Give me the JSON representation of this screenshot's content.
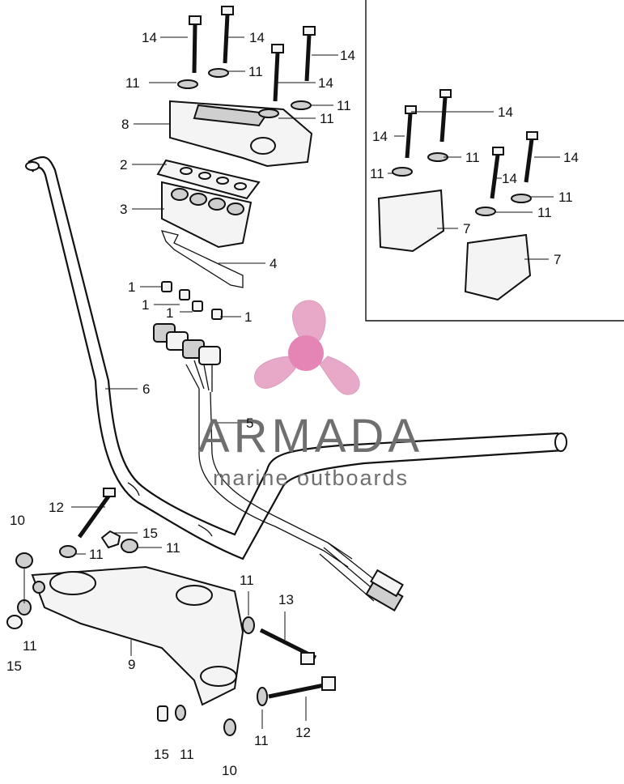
{
  "diagram": {
    "callouts": [
      {
        "id": "c14a",
        "text": "14"
      },
      {
        "id": "c14b",
        "text": "14"
      },
      {
        "id": "c14c",
        "text": "14"
      },
      {
        "id": "c14d",
        "text": "14"
      },
      {
        "id": "c11a",
        "text": "11"
      },
      {
        "id": "c11b",
        "text": "11"
      },
      {
        "id": "c11c",
        "text": "11"
      },
      {
        "id": "c11d",
        "text": "11"
      },
      {
        "id": "c8",
        "text": "8"
      },
      {
        "id": "c2",
        "text": "2"
      },
      {
        "id": "c3",
        "text": "3"
      },
      {
        "id": "c4",
        "text": "4"
      },
      {
        "id": "c1a",
        "text": "1"
      },
      {
        "id": "c1b",
        "text": "1"
      },
      {
        "id": "c1c",
        "text": "1"
      },
      {
        "id": "c1d",
        "text": "1"
      },
      {
        "id": "c6",
        "text": "6"
      },
      {
        "id": "c5",
        "text": "5"
      },
      {
        "id": "r14a",
        "text": "14"
      },
      {
        "id": "r14b",
        "text": "14"
      },
      {
        "id": "r14c",
        "text": "14"
      },
      {
        "id": "r14d",
        "text": "14"
      },
      {
        "id": "r11a",
        "text": "11"
      },
      {
        "id": "r11b",
        "text": "11"
      },
      {
        "id": "r11c",
        "text": "11"
      },
      {
        "id": "r11d",
        "text": "11"
      },
      {
        "id": "r7a",
        "text": "7"
      },
      {
        "id": "r7b",
        "text": "7"
      },
      {
        "id": "b12a",
        "text": "12"
      },
      {
        "id": "b10a",
        "text": "10"
      },
      {
        "id": "b15a",
        "text": "15"
      },
      {
        "id": "b11a",
        "text": "11"
      },
      {
        "id": "b11b",
        "text": "11"
      },
      {
        "id": "b11c",
        "text": "11"
      },
      {
        "id": "b15b",
        "text": "15"
      },
      {
        "id": "b9",
        "text": "9"
      },
      {
        "id": "b11d",
        "text": "11"
      },
      {
        "id": "b13",
        "text": "13"
      },
      {
        "id": "b12b",
        "text": "12"
      },
      {
        "id": "b11e",
        "text": "11"
      },
      {
        "id": "b15c",
        "text": "15"
      },
      {
        "id": "b11f",
        "text": "11"
      },
      {
        "id": "b10b",
        "text": "10"
      }
    ]
  },
  "watermark": {
    "brand": "ARMADA",
    "tagline": "marine outboards",
    "brand_color": "#6f6f6f",
    "logo_color": "#e8a9c9",
    "logo_dark_color": "#e585b5"
  }
}
